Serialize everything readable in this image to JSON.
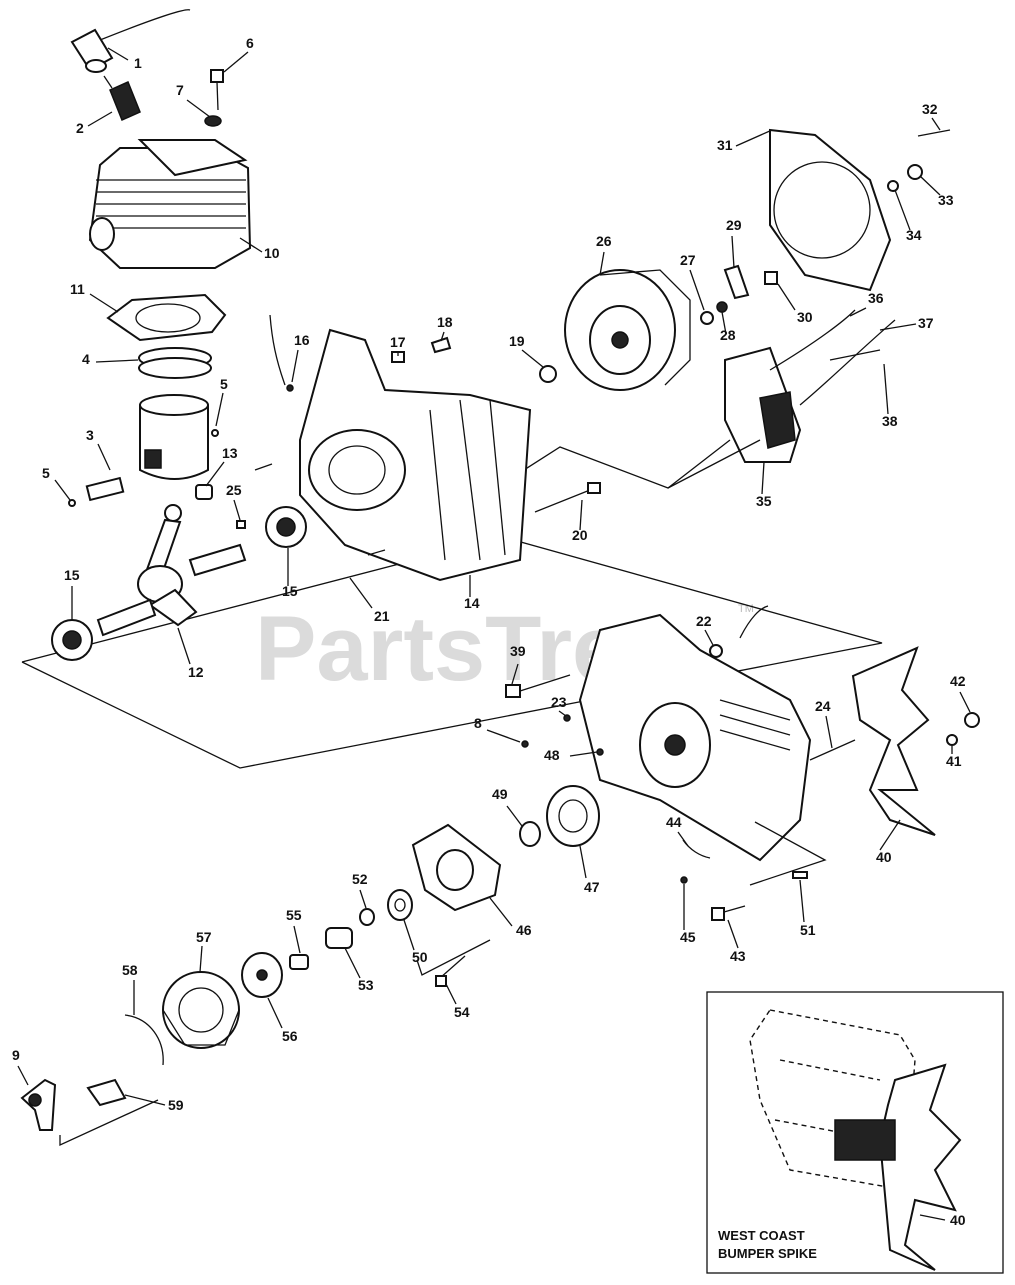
{
  "watermark": {
    "text": "PartsTree",
    "trademark": "TM"
  },
  "callouts": {
    "c1": "1",
    "c2": "2",
    "c3": "3",
    "c4": "4",
    "c5a": "5",
    "c5b": "5",
    "c6": "6",
    "c7": "7",
    "c8": "8",
    "c9": "9",
    "c10": "10",
    "c11": "11",
    "c12": "12",
    "c13": "13",
    "c14": "14",
    "c15a": "15",
    "c15b": "15",
    "c16": "16",
    "c17": "17",
    "c18": "18",
    "c19": "19",
    "c20": "20",
    "c21": "21",
    "c22": "22",
    "c23": "23",
    "c24": "24",
    "c25": "25",
    "c26": "26",
    "c27": "27",
    "c28": "28",
    "c29": "29",
    "c30": "30",
    "c31": "31",
    "c32": "32",
    "c33": "33",
    "c34": "34",
    "c35": "35",
    "c36": "36",
    "c37": "37",
    "c38": "38",
    "c39": "39",
    "c40a": "40",
    "c40b": "40",
    "c41": "41",
    "c42": "42",
    "c43": "43",
    "c44": "44",
    "c45": "45",
    "c46": "46",
    "c47": "47",
    "c48": "48",
    "c49": "49",
    "c50": "50",
    "c51": "51",
    "c52": "52",
    "c53": "53",
    "c54": "54",
    "c55": "55",
    "c56": "56",
    "c57": "57",
    "c58": "58",
    "c59": "59"
  },
  "inset": {
    "line1": "WEST COAST",
    "line2": "BUMPER SPIKE"
  }
}
